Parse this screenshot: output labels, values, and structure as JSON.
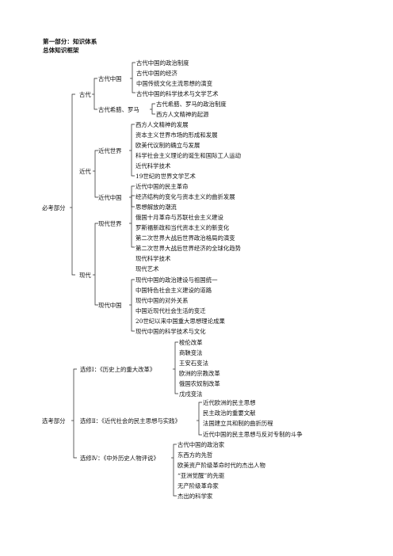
{
  "heading": "第一部分：知识体系",
  "subheading": "总体知识框架",
  "required": {
    "label": "必考部分",
    "ancient": {
      "label": "古代",
      "china": {
        "label": "古代中国",
        "items": [
          "古代中国的政治制度",
          "古代中国的经济",
          "中国传统文化主流思想的演变",
          "古代中国的科学技术与文学艺术"
        ]
      },
      "greece_rome": {
        "label": "古代希腊、罗马",
        "items": [
          "古代希腊、罗马的政治制度",
          "西方人文精神的起源"
        ]
      }
    },
    "modern": {
      "label": "近代",
      "world": {
        "label": "近代世界",
        "items": [
          "西方人文精神的发展",
          "资本主义世界市场的形成和发展",
          "欧美代议制的确立与发展",
          "科学社会主义理论的诞生和国际工人运动",
          "近代科学技术",
          "19世纪的世界文学艺术"
        ]
      },
      "china": {
        "label": "近代中国",
        "items": [
          "近代中国的民主革命",
          "经济结构的变化与资本主义的曲折发展",
          "思想解放的潮流"
        ]
      }
    },
    "contemporary": {
      "label": "现代",
      "world": {
        "label": "现代世界",
        "items": [
          "俄国十月革命与苏联社会主义建设",
          "罗斯福新政和当代资本主义的新变化",
          "第二次世界大战后世界政治格局的演变",
          "第二次世界大战后世界经济的全球化趋势",
          "现代科学技术",
          "现代艺术"
        ]
      },
      "china": {
        "label": "现代中国",
        "items": [
          "现代中国的政治建设与祖国统一",
          "中国特色社会主义建设的道路",
          "现代中国的对外关系",
          "中国近现代社会生活的变迁",
          "20世纪以来中国重大思想理论成果",
          "现代中国的科学技术与文化"
        ]
      }
    }
  },
  "elective": {
    "label": "选考部分",
    "modules": [
      {
        "label": "选修Ⅰ：《历史上的重大改革》",
        "items": [
          "梭伦改革",
          "商鞅变法",
          "王安石变法",
          "欧洲的宗教改革",
          "俄国农奴制改革",
          "戊戌变法"
        ]
      },
      {
        "label": "选修Ⅱ：《近代社会的民主思想与实践》",
        "items": [
          "近代欧洲的民主思想",
          "民主政治的重要文献",
          "法国建立共和制的曲折历程",
          "近代中国的民主思想与反对专制的斗争"
        ]
      },
      {
        "label": "选修Ⅳ：《中外历史人物评说》",
        "items": [
          "古代中国的政治家",
          "东西方的先哲",
          "欧美资产阶级革命时代的杰出人物",
          "“亚洲觉醒”的先驱",
          "无产阶级革命家",
          "杰出的科学家"
        ]
      }
    ]
  }
}
